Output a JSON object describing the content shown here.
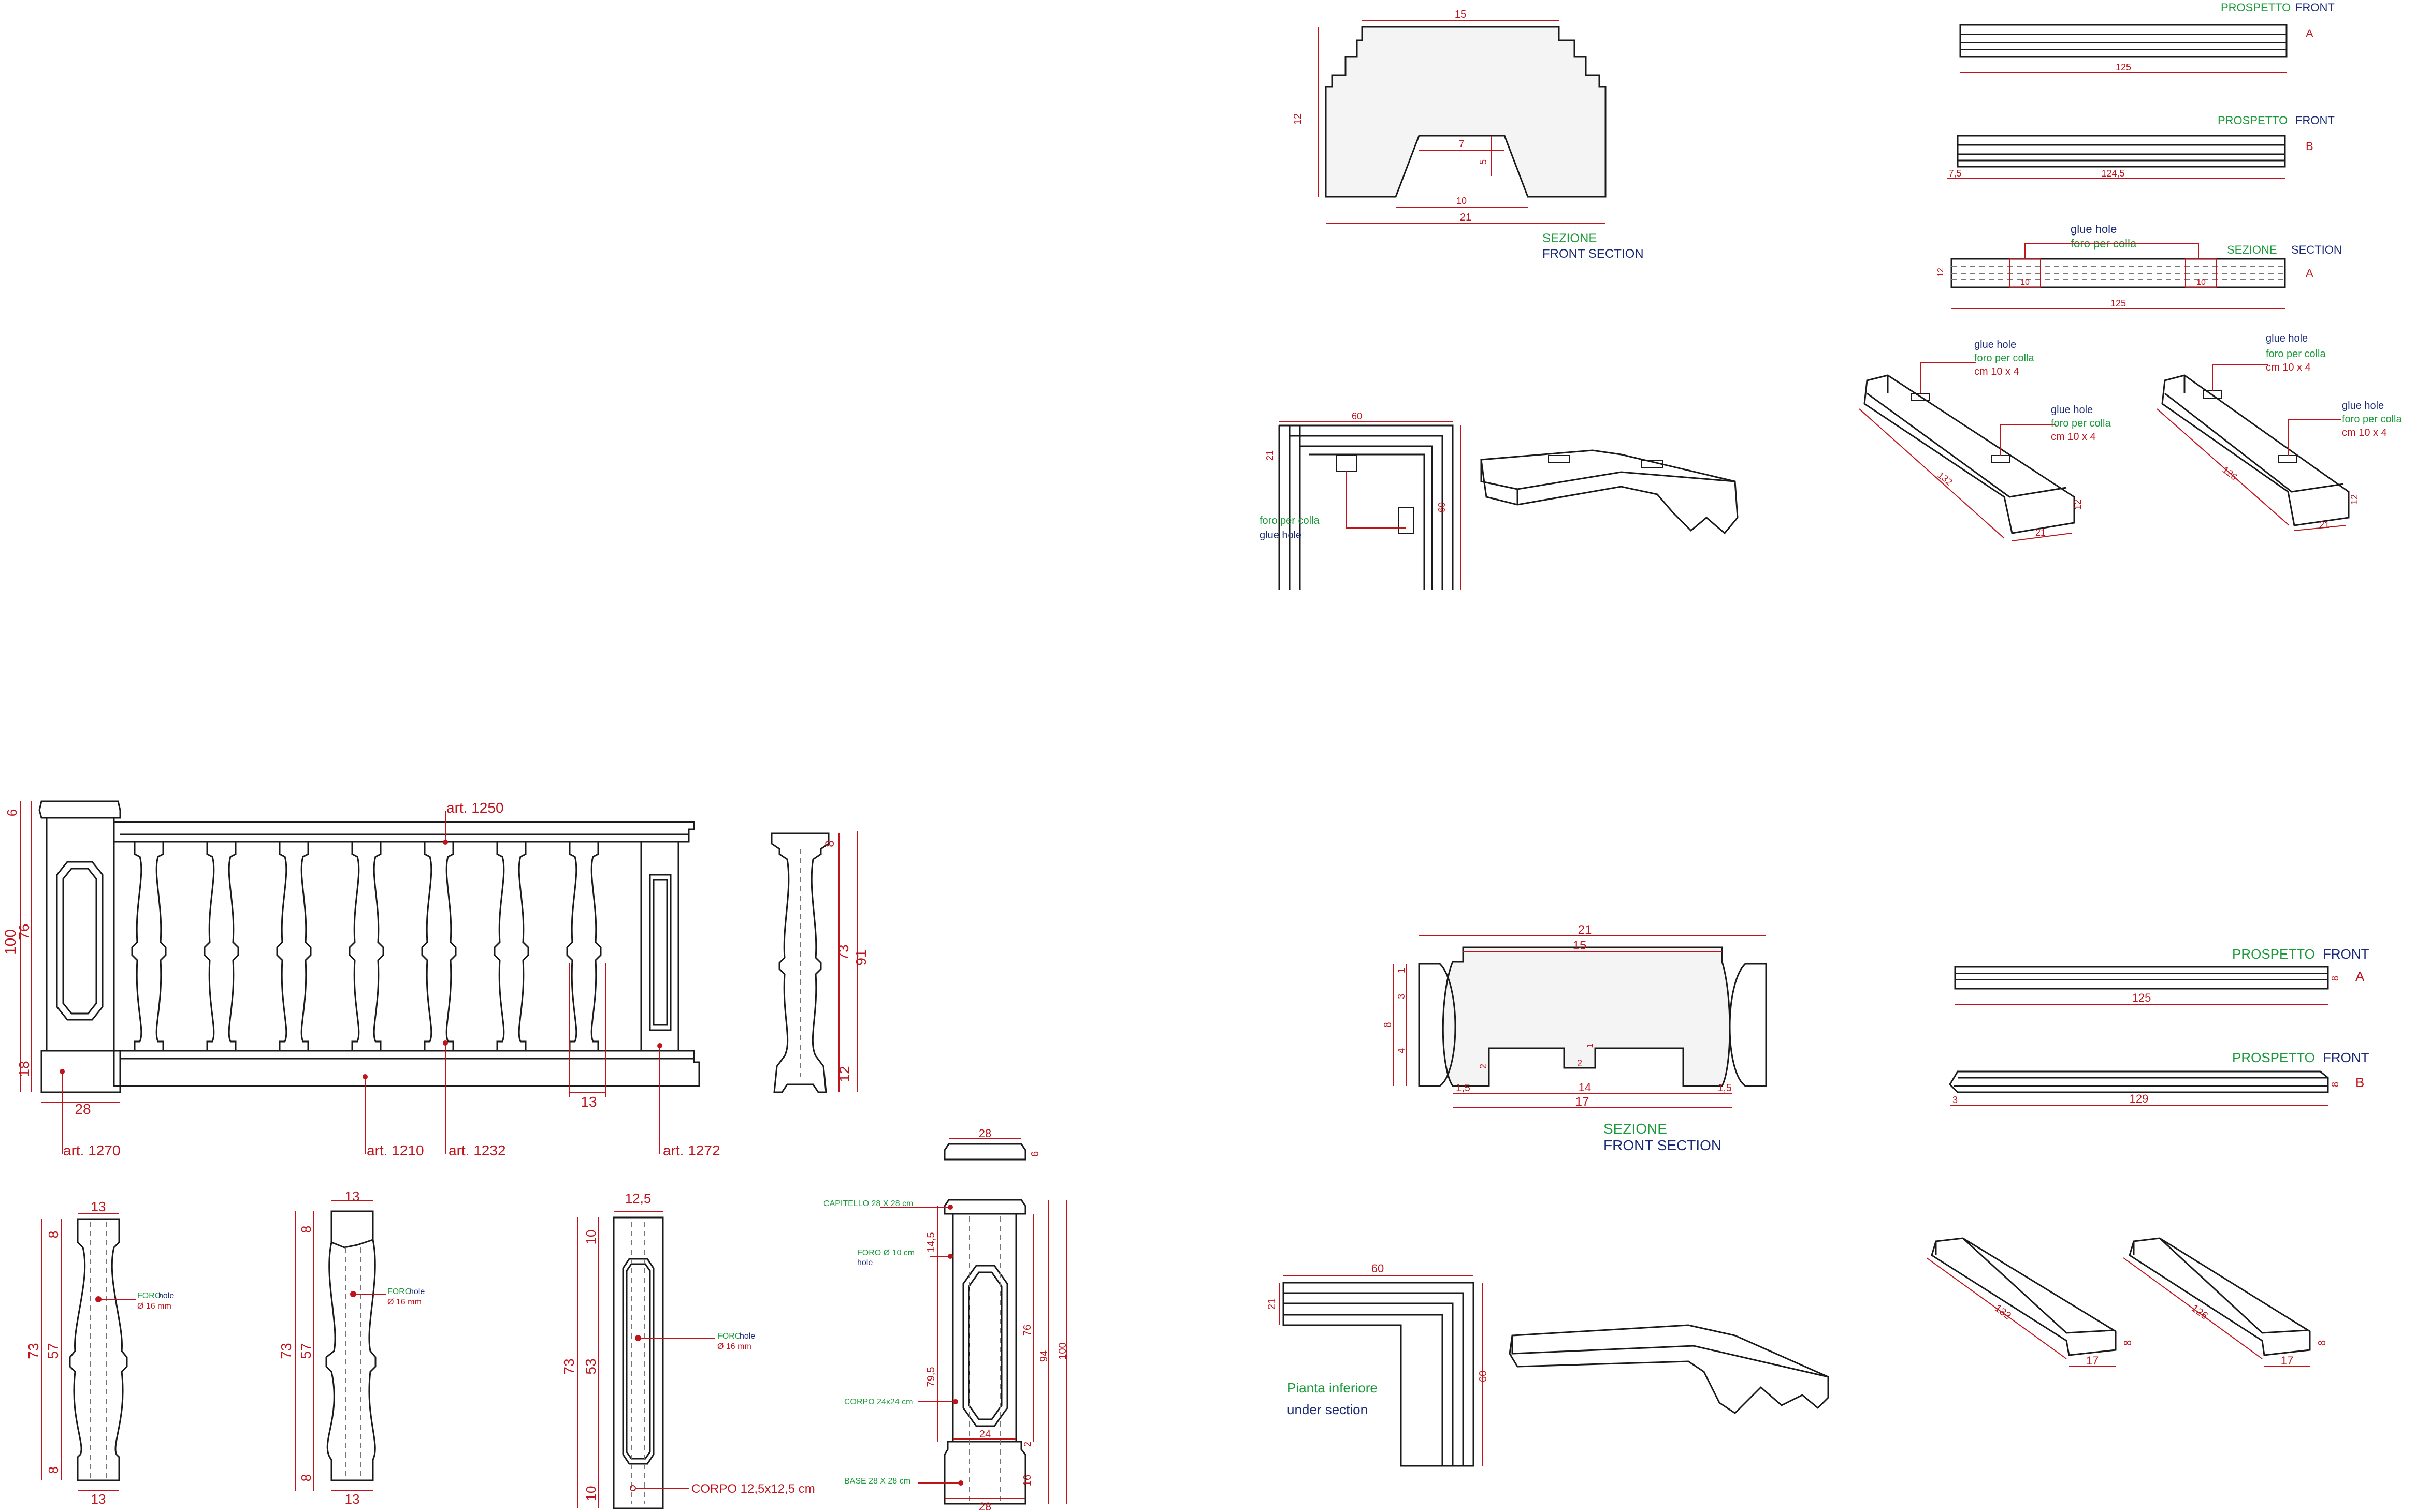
{
  "colors": {
    "dimension": "#c0141c",
    "italian": "#1a9a3a",
    "english": "#1b2a78",
    "line": "#1a1a1a"
  },
  "top_section": {
    "dims": {
      "top": "15",
      "height": "12",
      "inner_top": "7",
      "inner_h": "5",
      "inner_base": "10",
      "total": "21"
    },
    "label_it": "SEZIONE",
    "label_en": "FRONT SECTION"
  },
  "top_front": {
    "a": {
      "label_it": "PROSPETTO",
      "label_en": "FRONT",
      "letter": "A",
      "length": "125"
    },
    "b": {
      "label_it": "PROSPETTO",
      "label_en": "FRONT",
      "letter": "B",
      "offset": "7,5",
      "length": "124,5"
    },
    "sec": {
      "label_it": "SEZIONE",
      "label_en": "SECTION",
      "letter": "A",
      "glue_en": "glue hole",
      "glue_it": "foro per colla",
      "h": "12",
      "hole1": "10",
      "hole2": "10",
      "length": "125"
    }
  },
  "corner_top": {
    "w": "60",
    "d": "21",
    "h": "60",
    "glue_it": "foro per colla",
    "glue_en": "glue hole"
  },
  "iso_top": {
    "left": {
      "glue_en": "glue hole",
      "glue_it": "foro per colla",
      "size": "cm 10 x 4",
      "glue2_en": "glue hole",
      "glue2_it": "foro per colla",
      "size2": "cm 10 x 4",
      "len": "132",
      "w": "21",
      "h": "12"
    },
    "right": {
      "glue_en": "glue hole",
      "glue_it": "foro per colla",
      "size": "cm 10 x 4",
      "glue2_en": "glue hole",
      "glue2_it": "foro per colla",
      "size2": "cm 10 x 4",
      "len": "126",
      "w": "21",
      "h": "12"
    }
  },
  "balustrade": {
    "art_rail": "art. 1250",
    "art_pillar": "art. 1270",
    "art_base": "art. 1210",
    "art_baluster": "art. 1232",
    "art_half": "art. 1272",
    "dims": {
      "d6": "6",
      "d100": "100",
      "d76": "76",
      "d18": "18",
      "d28": "28",
      "d13": "13"
    },
    "side": {
      "d8": "8",
      "d73": "73",
      "d91": "91",
      "d12": "12"
    }
  },
  "bal_detail_1": {
    "top": "13",
    "d8a": "8",
    "d73": "73",
    "d57": "57",
    "d8b": "8",
    "bottom": "13",
    "foro": "FORO",
    "hole": "hole",
    "dia": "Ø 16 mm"
  },
  "bal_detail_2": {
    "top": "13",
    "d8a": "8",
    "d73": "73",
    "d57": "57",
    "d8b": "8",
    "bottom": "13",
    "foro": "FORO",
    "hole": "hole",
    "dia": "Ø 16 mm"
  },
  "bal_detail_3": {
    "top": "12,5",
    "d10a": "10",
    "d73": "73",
    "d53": "53",
    "d10b": "10",
    "foro": "FORO",
    "hole": "hole",
    "dia": "Ø 16 mm",
    "corpo": "CORPO 12,5x12,5 cm"
  },
  "pillar": {
    "cap_w": "28",
    "cap_h": "6",
    "capitello": "CAPITELLO 28 X 28 cm",
    "d145": "14,5",
    "foro": "FORO Ø 10 cm",
    "hole": "hole",
    "d795": "79,5",
    "corpo": "CORPO 24x24 cm",
    "d24": "24",
    "d76": "76",
    "d94": "94",
    "d100": "100",
    "d2": "2",
    "d16": "16",
    "base": "BASE 28 X 28 cm",
    "base_w": "28"
  },
  "bottom_section": {
    "dims": {
      "total_top": "21",
      "top": "15",
      "d1": "1",
      "d3": "3",
      "d8": "8",
      "d4": "4",
      "d2a": "2",
      "d2b": "2",
      "d1b": "1",
      "w15a": "1,5",
      "w14": "14",
      "w15b": "1,5",
      "w17": "17"
    },
    "label_it": "SEZIONE",
    "label_en": "FRONT SECTION"
  },
  "bottom_front": {
    "a": {
      "label_it": "PROSPETTO",
      "label_en": "FRONT",
      "letter": "A",
      "length": "125",
      "h": "8"
    },
    "b": {
      "label_it": "PROSPETTO",
      "label_en": "FRONT",
      "letter": "B",
      "offset": "3",
      "length": "129",
      "h": "8"
    }
  },
  "corner_bottom": {
    "w": "60",
    "d": "21",
    "h": "60",
    "label_it": "Pianta inferiore",
    "label_en": "under section"
  },
  "iso_bottom": {
    "left": {
      "len": "132",
      "w": "17",
      "h": "8"
    },
    "right": {
      "len": "126",
      "w": "17",
      "h": "8"
    }
  }
}
